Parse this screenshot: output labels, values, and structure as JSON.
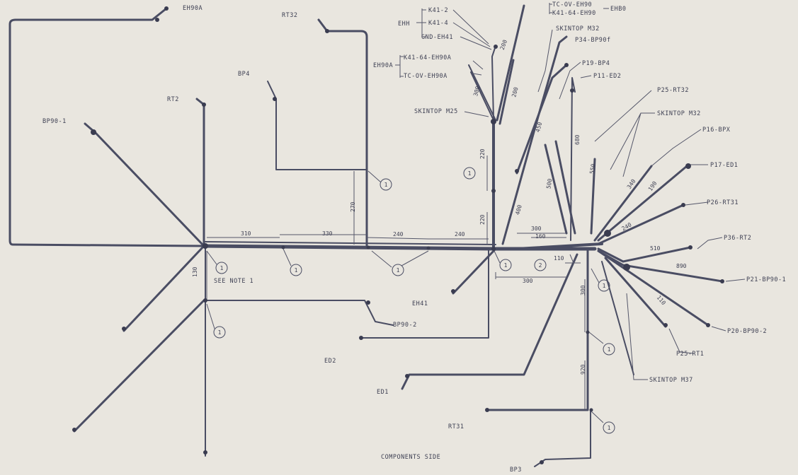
{
  "labels": {
    "eh90a_top": "EH90A",
    "rt32": "RT32",
    "bp4": "BP4",
    "rt2": "RT2",
    "bp90_1": "BP90-1",
    "ehh": "EHH",
    "k41_2": "K41-2",
    "k41_4": "K41-4",
    "gnd_eh41": "GND-EH41",
    "eh90a_mid": "EH90A",
    "k41_64": "K41-64-EH90A",
    "tc_ov": "TC-OV-EH90A",
    "tc_ov_top": "TC-OV-EH90",
    "k41_top": "K41-64-EH90",
    "ehb0": "EHB0",
    "skintop_m32": "SKINTOP M32",
    "p34": "P34-BP90f",
    "p19": "P19-BP4",
    "p11": "P11-ED2",
    "skintop_m25": "SKINTOP M25",
    "p25_rt32": "P25-RT32",
    "skintop_m32b": "SKINTOP M32",
    "p16_bpx": "P16-BPX",
    "p17_ed1": "P17-ED1",
    "p26_rt31": "P26-RT31",
    "p36_rt2": "P36-RT2",
    "p21_bp90": "P21-BP90-1",
    "p20_bp90": "P20-BP90-2",
    "p25_rt1": "P25-RT1",
    "skintop_m37": "SKINTOP M37",
    "see_note": "SEE NOTE 1",
    "eh41": "EH41",
    "bp90_2": "BP90-2",
    "ed2": "ED2",
    "ed1": "ED1",
    "rt31": "RT31",
    "bp3": "BP3",
    "footer": "COMPONENTS SIDE"
  },
  "dims": {
    "d310": "310",
    "d330": "330",
    "d240a": "240",
    "d240b": "240",
    "d270": "270",
    "d220a": "220",
    "d220b": "220",
    "d130": "130",
    "d300a": "300",
    "d300b": "300",
    "d160": "160",
    "d200a": "200",
    "d200b": "200",
    "d400": "400",
    "d450": "450",
    "d300c": "300",
    "d110": "110",
    "d500": "500",
    "d680": "680",
    "d550": "550",
    "d110b": "110",
    "d240c": "240",
    "d340": "340",
    "d190": "190",
    "d510": "510",
    "d890": "890",
    "d300d": "300",
    "d920": "920"
  },
  "callouts": {
    "c1": "1",
    "c2": "2"
  }
}
